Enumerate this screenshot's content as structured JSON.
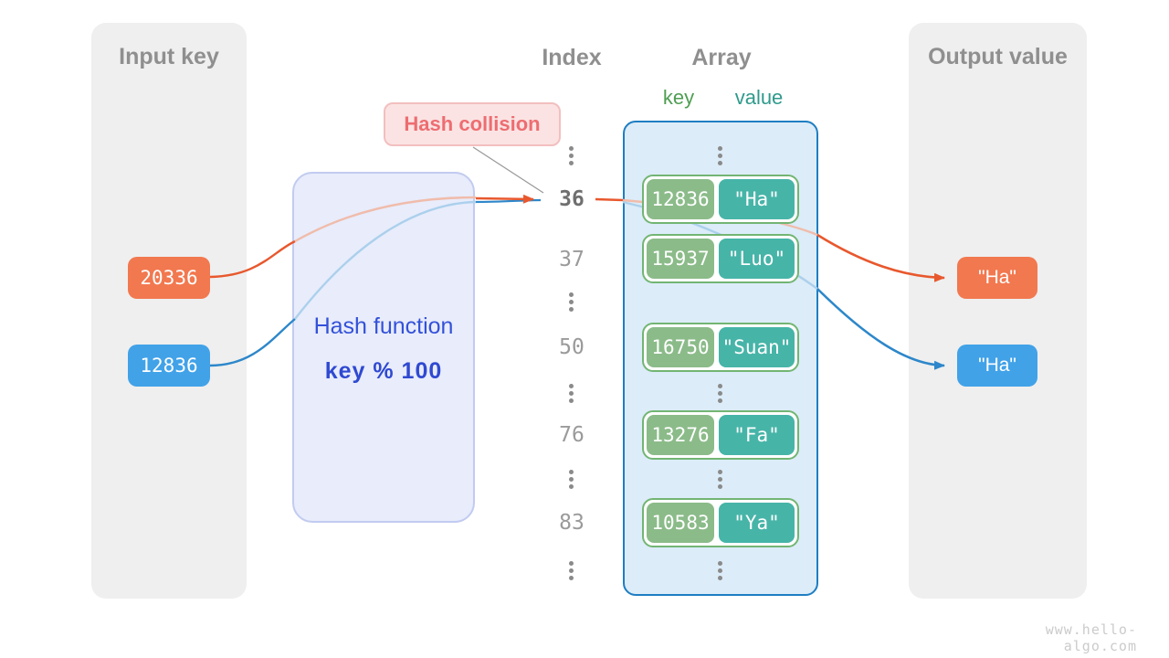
{
  "input_panel": {
    "title": "Input key",
    "keys": [
      {
        "label": "20336",
        "color": "#f2784f"
      },
      {
        "label": "12836",
        "color": "#41a2e8"
      }
    ]
  },
  "hash_function": {
    "title": "Hash function",
    "formula": "key % 100"
  },
  "hash_collision": {
    "label": "Hash collision"
  },
  "index_column": {
    "title": "Index",
    "values": [
      "36",
      "37",
      "50",
      "76",
      "83"
    ],
    "highlighted_value": "36"
  },
  "array_panel": {
    "title": "Array",
    "key_label": "key",
    "value_label": "value",
    "entries": [
      {
        "key": "12836",
        "value": "\"Ha\""
      },
      {
        "key": "15937",
        "value": "\"Luo\""
      },
      {
        "key": "16750",
        "value": "\"Suan\""
      },
      {
        "key": "13276",
        "value": "\"Fa\""
      },
      {
        "key": "10583",
        "value": "\"Ya\""
      }
    ]
  },
  "output_panel": {
    "title": "Output value",
    "values": [
      {
        "label": "\"Ha\"",
        "color": "#f2784f"
      },
      {
        "label": "\"Ha\"",
        "color": "#41a2e8"
      }
    ]
  },
  "watermark": "www.hello-algo.com",
  "colors": {
    "key_orange": "#f2784f",
    "key_blue": "#41a2e8",
    "arrow_orange": "#e8582e",
    "arrow_blue": "#2d87ca",
    "entry_key_green": "#8bbb89",
    "entry_value_teal": "#47b4a8",
    "entry_border_green": "#72b573",
    "array_border_blue": "#1e7ec2",
    "array_bg": "#dcecf8",
    "hash_box_bg": "#e8ecfb",
    "hash_text_blue": "#3351d9",
    "collision_bg": "#fbe3e3",
    "collision_text": "#ed6d71",
    "panel_gray": "#efefef",
    "label_key_green": "#4f9e53",
    "label_value_teal": "#2f9a8c"
  }
}
